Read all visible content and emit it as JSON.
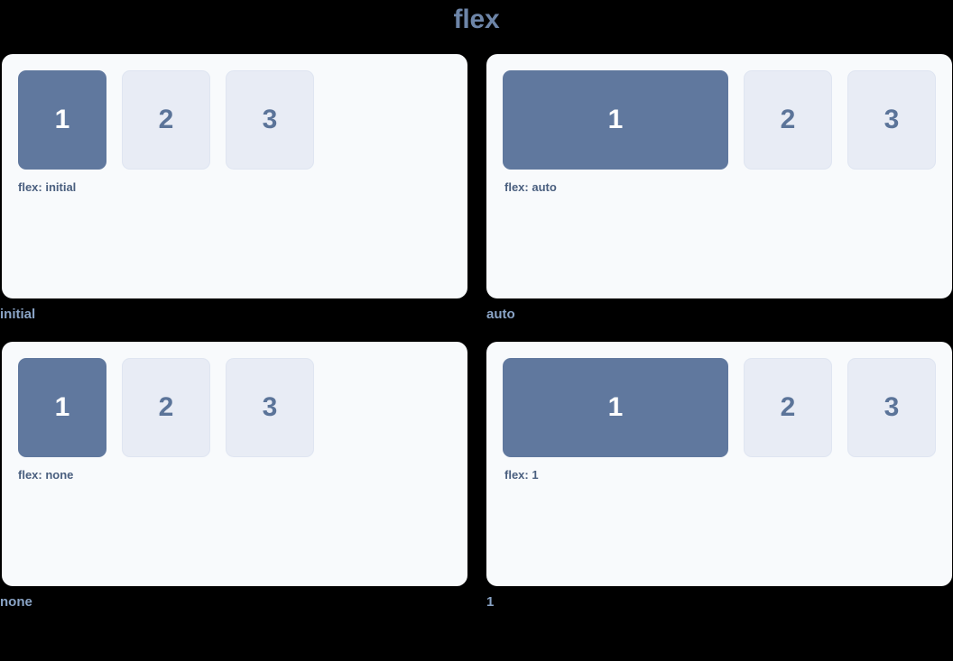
{
  "title": "flex",
  "colors": {
    "page_background": "#000000",
    "card_background": "#f8fafc",
    "primary_box": "#60789e",
    "muted_box": "#e8ecf5",
    "muted_box_border": "#dfe5f1",
    "primary_text": "#ffffff",
    "muted_text": "#5b7499",
    "caption_text": "#4a5f7f",
    "label_text": "#8aa4c6",
    "title_text": "#6d85a8"
  },
  "demos": [
    {
      "label": "initial",
      "caption": "flex: initial",
      "boxes": [
        {
          "number": "1",
          "style": "primary"
        },
        {
          "number": "2",
          "style": "muted"
        },
        {
          "number": "3",
          "style": "muted"
        }
      ]
    },
    {
      "label": "auto",
      "caption": "flex: auto",
      "boxes": [
        {
          "number": "1",
          "style": "primary"
        },
        {
          "number": "2",
          "style": "muted"
        },
        {
          "number": "3",
          "style": "muted"
        }
      ]
    },
    {
      "label": "none",
      "caption": "flex: none",
      "boxes": [
        {
          "number": "1",
          "style": "primary"
        },
        {
          "number": "2",
          "style": "muted"
        },
        {
          "number": "3",
          "style": "muted"
        }
      ]
    },
    {
      "label": "1",
      "caption": "flex: 1",
      "boxes": [
        {
          "number": "1",
          "style": "primary"
        },
        {
          "number": "2",
          "style": "muted"
        },
        {
          "number": "3",
          "style": "muted"
        }
      ]
    }
  ]
}
